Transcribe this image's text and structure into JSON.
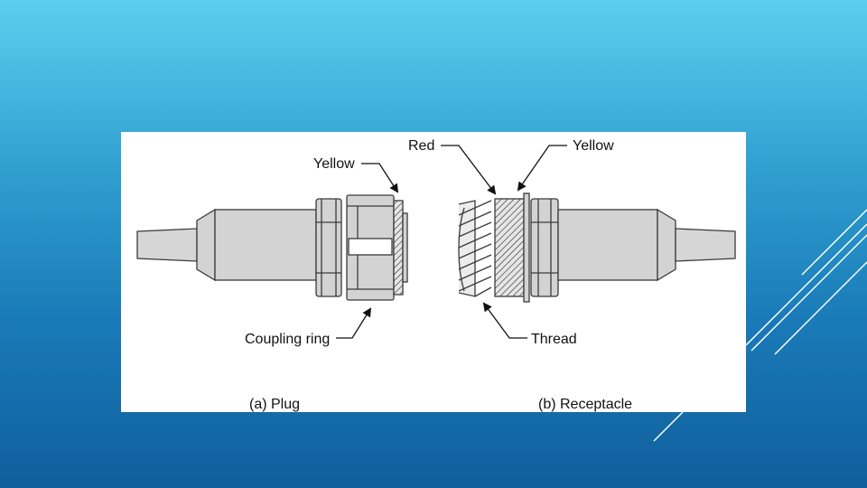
{
  "colors": {
    "background_top": "#5ccfee",
    "background_bottom": "#0f5f9c",
    "panel": "#ffffff",
    "metal": "#d3d3d3",
    "outline": "#3a3a3a",
    "deco_lines": "#ffffff"
  },
  "diagram": {
    "labels": {
      "plug_yellow": "Yellow",
      "coupling_ring": "Coupling ring",
      "receptacle_red": "Red",
      "receptacle_yellow": "Yellow",
      "thread": "Thread"
    },
    "captions": {
      "plug": "(a) Plug",
      "receptacle": "(b) Receptacle"
    }
  }
}
